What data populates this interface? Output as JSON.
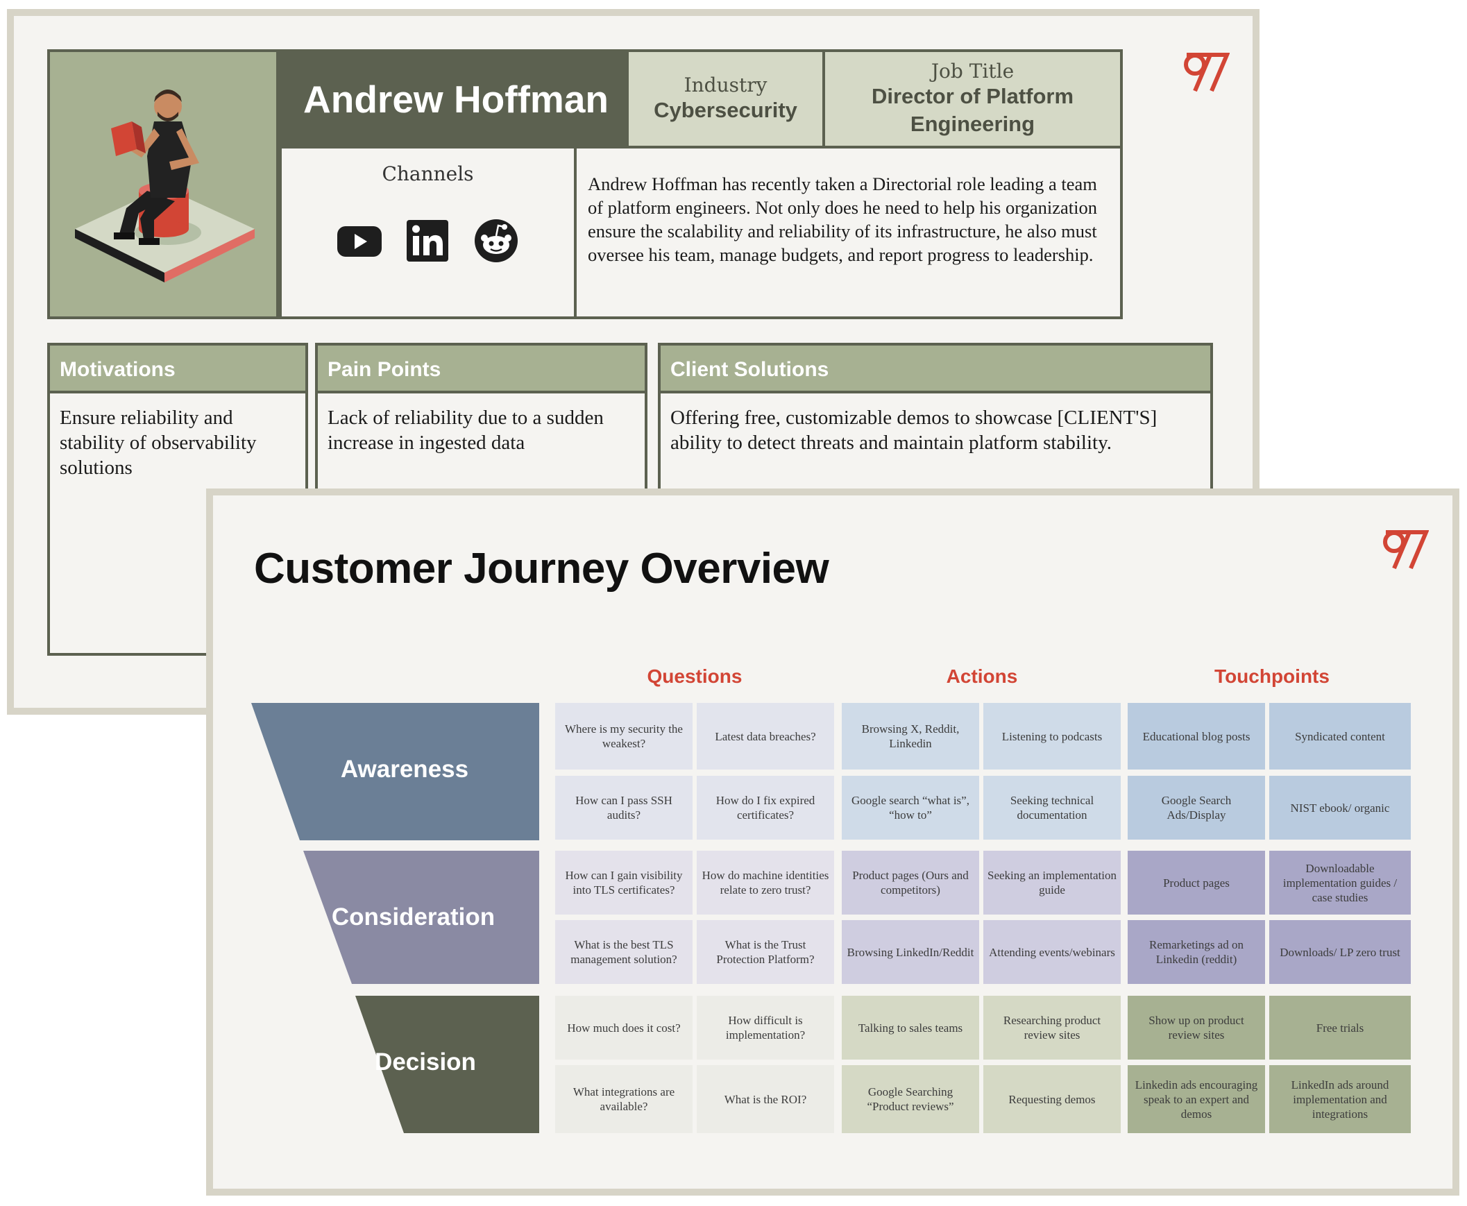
{
  "colors": {
    "accent_red": "#d24535",
    "olive_dark": "#5c6150",
    "olive_light": "#a7b192",
    "awareness": "#6b7f96",
    "consideration": "#8a8aa3",
    "decision": "#5c6150"
  },
  "persona": {
    "name": "Andrew Hoffman",
    "industry_label": "Industry",
    "industry_value": "Cybersecurity",
    "jobtitle_label": "Job Title",
    "jobtitle_value_1": "Director of Platform",
    "jobtitle_value_2": "Engineering",
    "channels_label": "Channels",
    "channels": [
      "youtube-icon",
      "linkedin-icon",
      "reddit-icon"
    ],
    "bio": "Andrew Hoffman has recently taken a Directorial role leading a team of platform engineers. Not only does he need to help his organization ensure the scalability and reliability of its infrastructure, he also must oversee his team, manage budgets, and report progress to leadership.",
    "motivations_title": "Motivations",
    "motivations_body": "Ensure reliability and stability of observability solutions",
    "painpoints_title": "Pain Points",
    "painpoints_body": "Lack of reliability due to a sudden increase in ingested data",
    "solutions_title": "Client Solutions",
    "solutions_body": "Offering free, customizable demos to showcase [CLIENT'S] ability to detect threats and maintain platform stability."
  },
  "journey": {
    "title": "Customer Journey Overview",
    "columns": [
      "Questions",
      "Actions",
      "Touchpoints"
    ],
    "stages": [
      {
        "label": "Awareness",
        "rows": [
          [
            "Where is my security the weakest?",
            "Latest data breaches?",
            "Browsing X, Reddit, Linkedin",
            "Listening to podcasts",
            "Educational blog posts",
            "Syndicated content"
          ],
          [
            "How can I pass SSH audits?",
            "How do I fix expired certificates?",
            "Google search “what is”, “how to”",
            "Seeking technical documentation",
            "Google Search Ads/Display",
            "NIST ebook/ organic"
          ]
        ]
      },
      {
        "label": "Consideration",
        "rows": [
          [
            "How can I gain visibility into TLS certificates?",
            "How do machine identities relate to zero trust?",
            "Product pages (Ours and competitors)",
            "Seeking an implementation guide",
            "Product pages",
            "Downloadable implementation guides / case studies"
          ],
          [
            "What is the best TLS management solution?",
            "What is the Trust Protection Platform?",
            "Browsing LinkedIn/Reddit",
            "Attending events/webinars",
            "Remarketings ad on Linkedin (reddit)",
            "Downloads/ LP zero trust"
          ]
        ]
      },
      {
        "label": "Decision",
        "rows": [
          [
            "How much does it cost?",
            "How difficult is implementation?",
            "Talking to sales teams",
            "Researching product review sites",
            "Show up on product review sites",
            "Free trials"
          ],
          [
            "What integrations are available?",
            "What is the ROI?",
            "Google Searching “Product reviews”",
            "Requesting demos",
            "Linkedin ads encouraging speak to an expert and demos",
            "LinkedIn ads around implementation and integrations"
          ]
        ]
      }
    ]
  }
}
